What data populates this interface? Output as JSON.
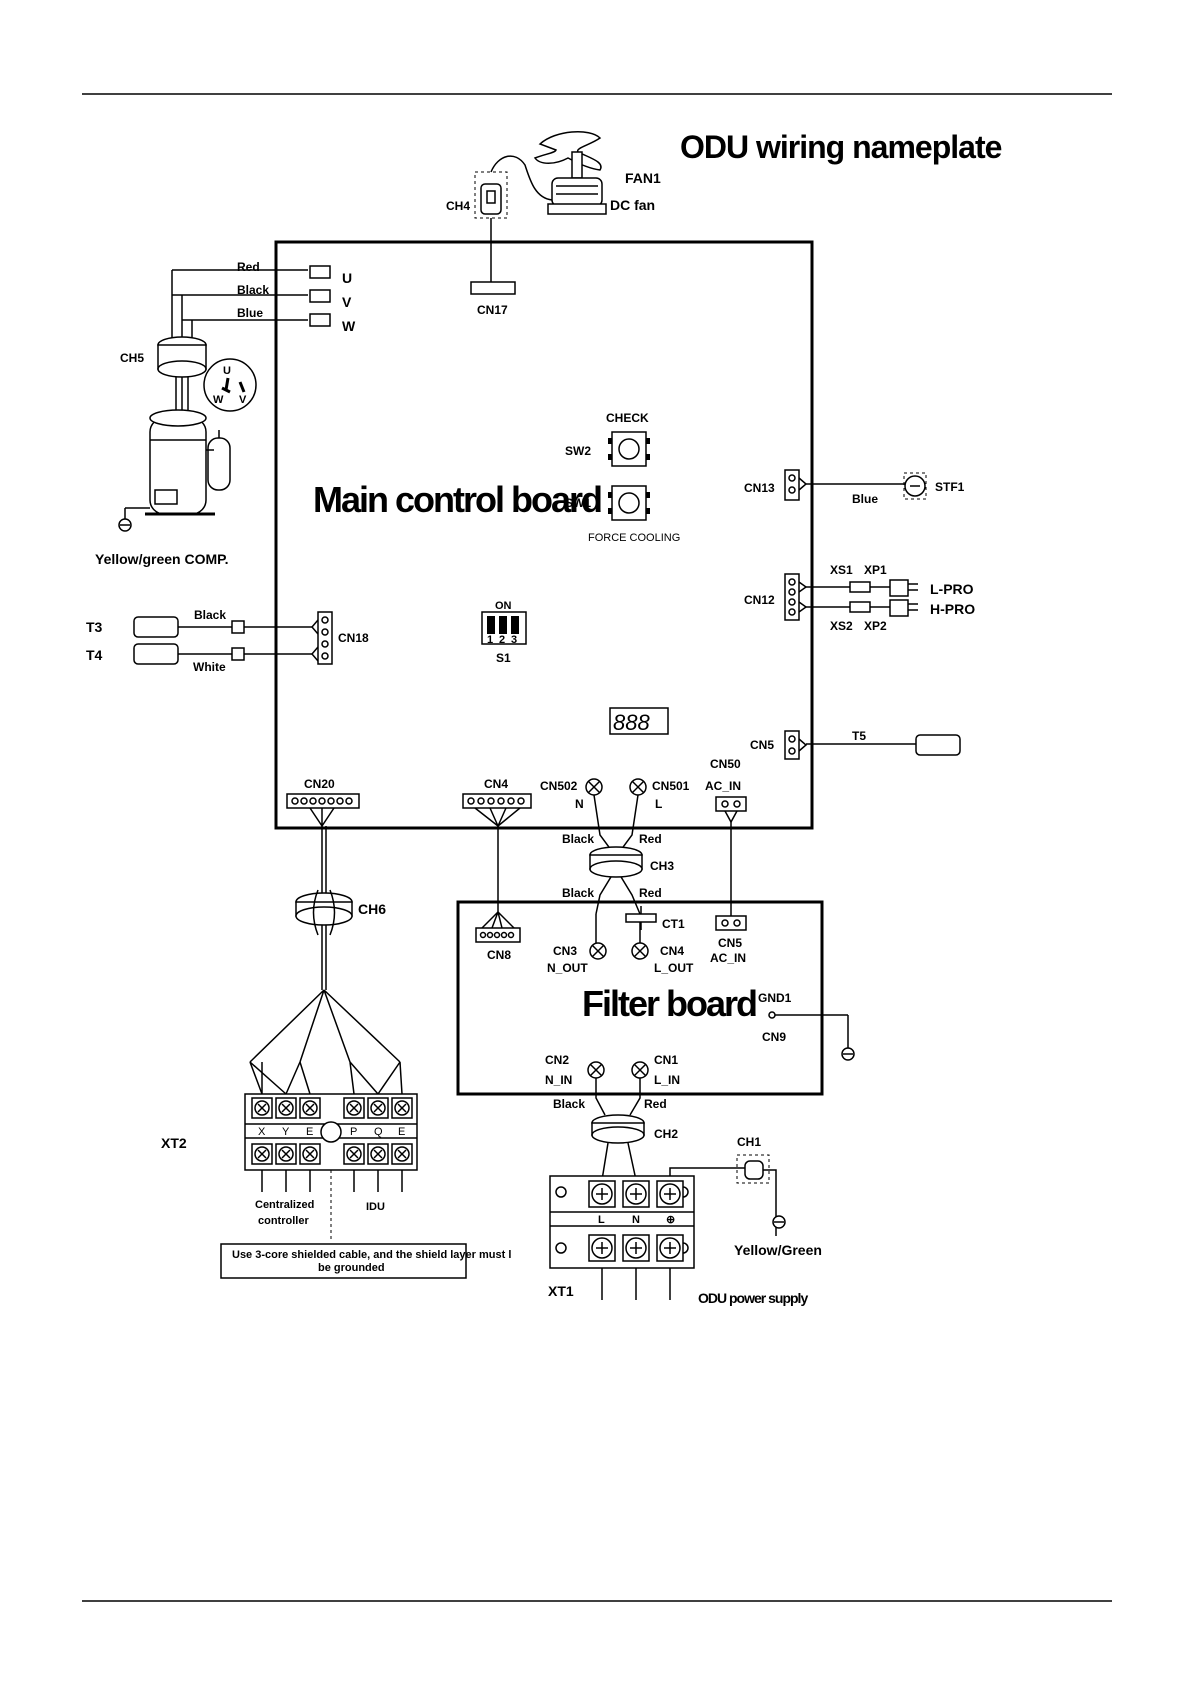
{
  "title": "ODU wiring nameplate",
  "main_board": "Main control board",
  "filter_board": "Filter board",
  "fan": {
    "id": "FAN1",
    "type": "DC fan",
    "choke": "CH4",
    "connector": "CN17"
  },
  "compressor": {
    "wires": [
      {
        "color": "Red",
        "terminal": "U"
      },
      {
        "color": "Black",
        "terminal": "V"
      },
      {
        "color": "Blue",
        "terminal": "W"
      }
    ],
    "choke": "CH5",
    "comp_label": "Yellow/green COMP.",
    "uvw": [
      "U",
      "W",
      "V"
    ]
  },
  "buttons": {
    "check": "CHECK",
    "sw2": "SW2",
    "sw1": "SW1",
    "force": "FORCE COOLING"
  },
  "dip": {
    "on": "ON",
    "nums": [
      "1",
      "2",
      "3"
    ],
    "id": "S1"
  },
  "display": "888",
  "stf": {
    "connector": "CN13",
    "wire": "Blue",
    "id": "STF1"
  },
  "pressure": {
    "connector": "CN12",
    "xs1": "XS1",
    "xp1": "XP1",
    "xs2": "XS2",
    "xp2": "XP2",
    "lpro": "L-PRO",
    "hpro": "H-PRO"
  },
  "t5": {
    "connector": "CN5",
    "id": "T5"
  },
  "sensors": {
    "t3": "T3",
    "t4": "T4",
    "black": "Black",
    "white": "White",
    "connector": "CN18"
  },
  "bottom_conn": {
    "cn20": "CN20",
    "cn4": "CN4",
    "cn502": "CN502",
    "n": "N",
    "cn501": "CN501",
    "l": "L",
    "cn50": "CN50",
    "ac_in": "AC_IN"
  },
  "ch3": {
    "id": "CH3",
    "black_top": "Black",
    "red_top": "Red",
    "black_bot": "Black",
    "red_bot": "Red"
  },
  "filter": {
    "cn8": "CN8",
    "ct1": "CT1",
    "cn3": "CN3",
    "n_out": "N_OUT",
    "cn4": "CN4",
    "l_out": "L_OUT",
    "cn5": "CN5",
    "ac_in": "AC_IN",
    "gnd1": "GND1",
    "cn9": "CN9",
    "cn2": "CN2",
    "n_in": "N_IN",
    "cn1": "CN1",
    "l_in": "L_IN"
  },
  "ch6": "CH6",
  "xt2": {
    "id": "XT2",
    "terms": [
      "X",
      "Y",
      "E",
      "P",
      "Q",
      "E"
    ],
    "central": "Centralized",
    "controller": "controller",
    "idu": "IDU",
    "note1": "Use 3-core shielded cable, and the shield layer must l",
    "note2": "be grounded"
  },
  "power": {
    "black": "Black",
    "red": "Red",
    "ch2": "CH2",
    "ch1": "CH1",
    "terms": [
      "L",
      "N",
      "⊕"
    ],
    "xt1": "XT1",
    "yg": "Yellow/Green",
    "supply": "ODU power supply"
  }
}
